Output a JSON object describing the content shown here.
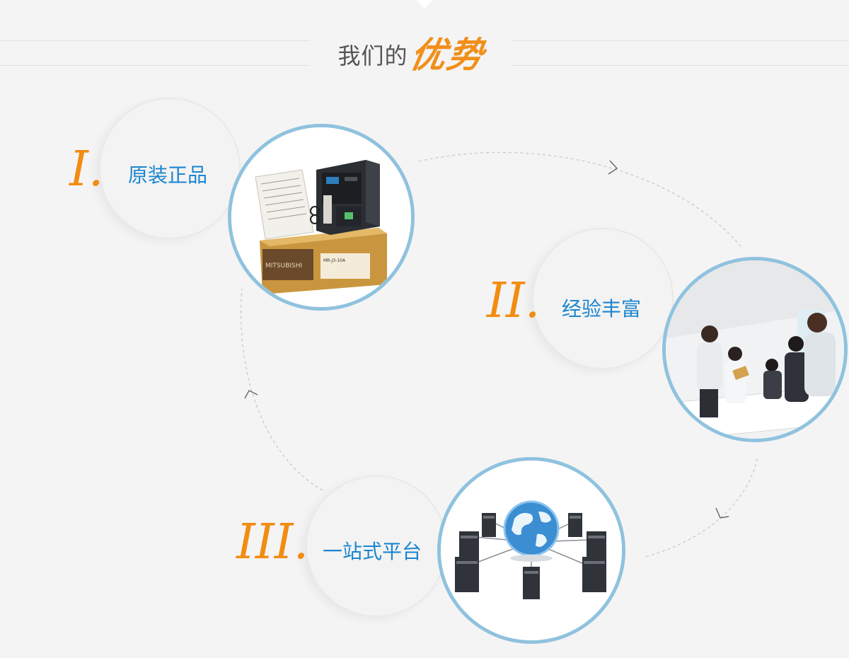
{
  "header": {
    "title_plain": "我们的",
    "title_accent": "优势",
    "accent_color": "#f18f1a"
  },
  "advantages": [
    {
      "numeral": "I.",
      "label": "原装正品",
      "image": "servo-drive-product-photo"
    },
    {
      "numeral": "II.",
      "label": "经验丰富",
      "image": "business-team-meeting-photo"
    },
    {
      "numeral": "III.",
      "label": "一站式平台",
      "image": "network-globe-servers-illustration"
    }
  ],
  "colors": {
    "numeral": "#f28c12",
    "label": "#1b86cf",
    "photo_border": "#8fc2de",
    "background": "#f4f4f4"
  },
  "box_text": {
    "brand": "MITSUBISHI",
    "model_label": "MR-J3-10A"
  }
}
